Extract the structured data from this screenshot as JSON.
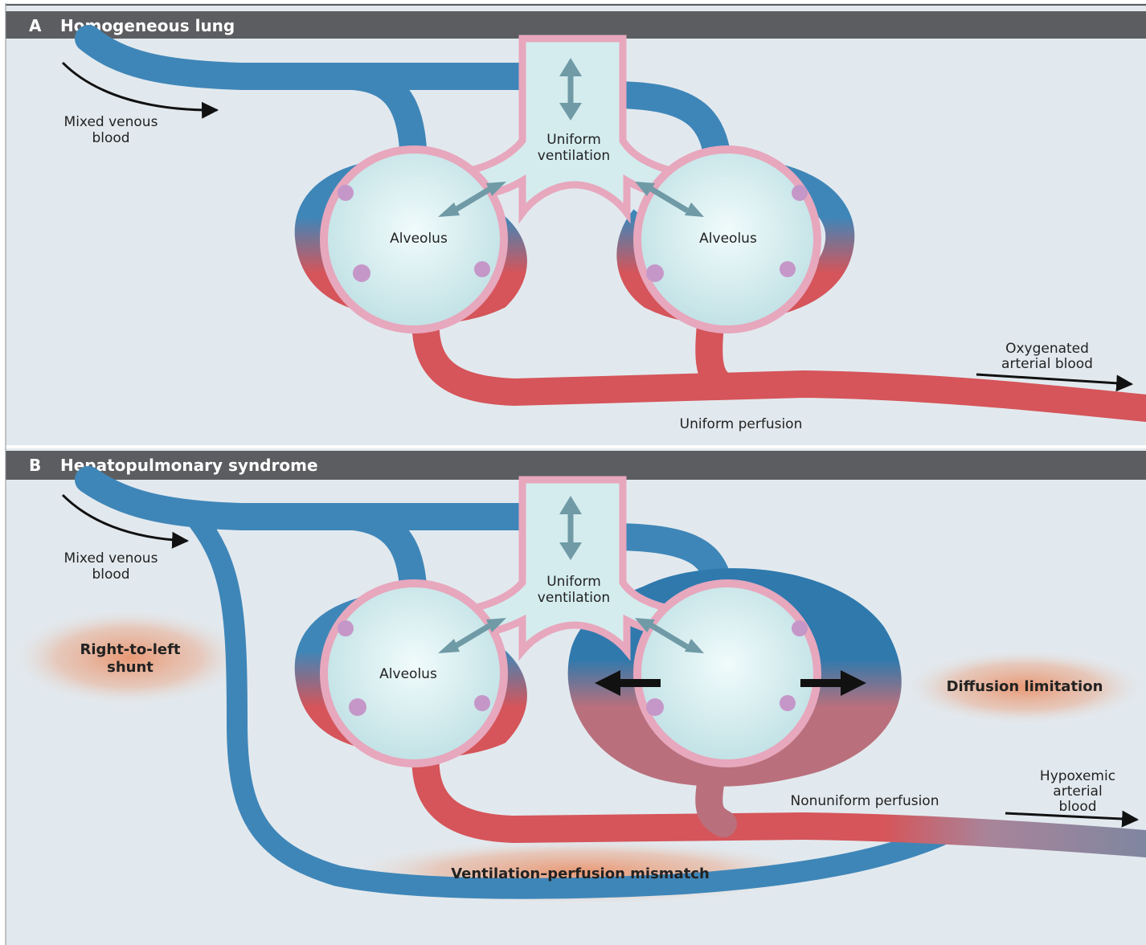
{
  "colors": {
    "header_bar": "#5c5d60",
    "background": "#e2e9ee",
    "vein_blue": "#3f86b8",
    "artery_red": "#d5555a",
    "mixed_gray": "#8a8fa6",
    "alveolus_fill": "#d4ecee",
    "epithelium_pink": "#e7a7bd",
    "glow_orange": "#e98a5f"
  },
  "panel_a": {
    "letter": "A",
    "title": "Homogeneous lung",
    "labels": {
      "mixed_venous_line1": "Mixed venous",
      "mixed_venous_line2": "blood",
      "ventilation_line1": "Uniform",
      "ventilation_line2": "ventilation",
      "alveolus_left": "Alveolus",
      "alveolus_right": "Alveolus",
      "oxygenated_line1": "Oxygenated",
      "oxygenated_line2": "arterial blood",
      "perfusion": "Uniform perfusion"
    }
  },
  "panel_b": {
    "letter": "B",
    "title": "Hepatopulmonary syndrome",
    "labels": {
      "mixed_venous_line1": "Mixed venous",
      "mixed_venous_line2": "blood",
      "ventilation_line1": "Uniform",
      "ventilation_line2": "ventilation",
      "alveolus_left": "Alveolus",
      "shunt_line1": "Right-to-left",
      "shunt_line2": "shunt",
      "diffusion": "Diffusion limitation",
      "perfusion": "Nonuniform perfusion",
      "hypoxemic_line1": "Hypoxemic",
      "hypoxemic_line2": "arterial",
      "hypoxemic_line3": "blood",
      "mismatch": "Ventilation–perfusion mismatch"
    }
  }
}
